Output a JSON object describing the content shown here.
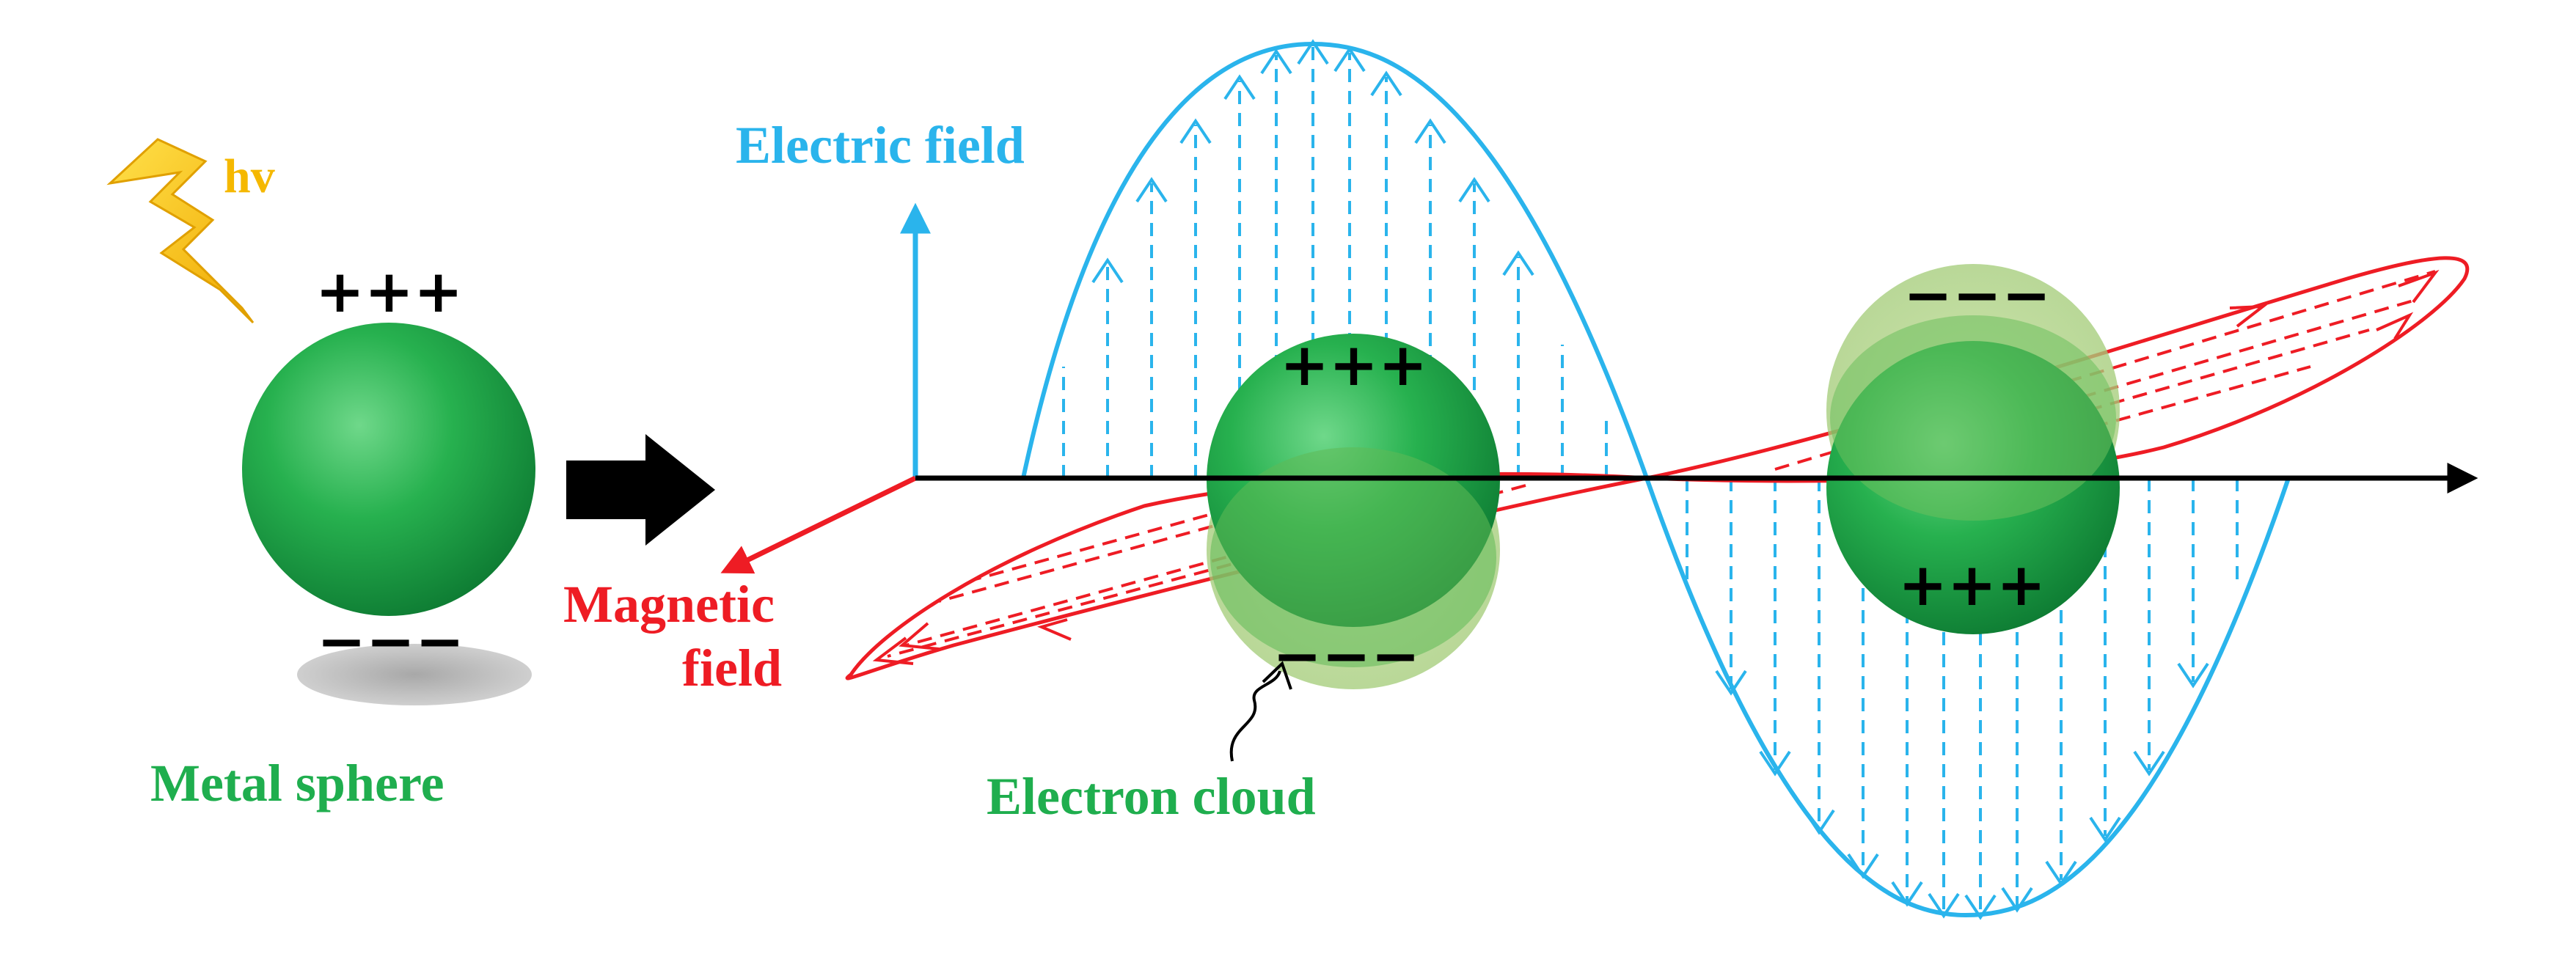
{
  "labels": {
    "photon": "hv",
    "electric_field": "Electric field",
    "magnetic_field_line1": "Magnetic",
    "magnetic_field_line2": "field",
    "metal_sphere": "Metal sphere",
    "electron_cloud": "Electron cloud"
  },
  "charges": {
    "positive": "+++",
    "negative": "−−−"
  },
  "colors": {
    "electric": "#2AB4EC",
    "magnetic": "#EE1C24",
    "sphere": "#19A64B",
    "label_green": "#1FAE4E",
    "photon": "#F5B800",
    "axis": "#000000"
  },
  "icons": [
    "lightning-icon",
    "arrow-right-icon"
  ]
}
